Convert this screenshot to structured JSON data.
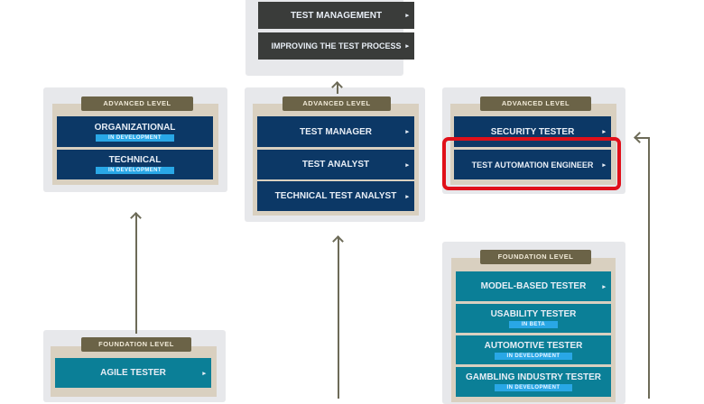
{
  "top": {
    "items": [
      {
        "label": "TEST MANAGEMENT"
      },
      {
        "label": "IMPROVING THE TEST PROCESS"
      }
    ]
  },
  "adv_left": {
    "header": "ADVANCED LEVEL",
    "items": [
      {
        "label": "ORGANIZATIONAL",
        "badge": "IN DEVELOPMENT"
      },
      {
        "label": "TECHNICAL",
        "badge": "IN DEVELOPMENT"
      }
    ]
  },
  "adv_mid": {
    "header": "ADVANCED LEVEL",
    "items": [
      {
        "label": "TEST MANAGER"
      },
      {
        "label": "TEST ANALYST"
      },
      {
        "label": "TECHNICAL TEST ANALYST"
      }
    ]
  },
  "adv_right": {
    "header": "ADVANCED LEVEL",
    "items": [
      {
        "label": "SECURITY TESTER"
      },
      {
        "label": "TEST AUTOMATION ENGINEER",
        "highlighted": true
      }
    ]
  },
  "found_right": {
    "header": "FOUNDATION LEVEL",
    "items": [
      {
        "label": "MODEL-BASED TESTER"
      },
      {
        "label": "USABILITY TESTER",
        "badge": "IN BETA"
      },
      {
        "label": "AUTOMOTIVE TESTER",
        "badge": "IN DEVELOPMENT"
      },
      {
        "label": "GAMBLING INDUSTRY TESTER",
        "badge": "IN DEVELOPMENT"
      }
    ]
  },
  "found_left": {
    "header": "FOUNDATION LEVEL",
    "items": [
      {
        "label": "AGILE TESTER"
      }
    ]
  },
  "colors": {
    "advanced": "#0c3866",
    "foundation": "#0b7f97",
    "expert": "#3a3c3a",
    "highlight": "#e0101a",
    "badge": "#29a7e6"
  },
  "arrow_glyph": "▸"
}
